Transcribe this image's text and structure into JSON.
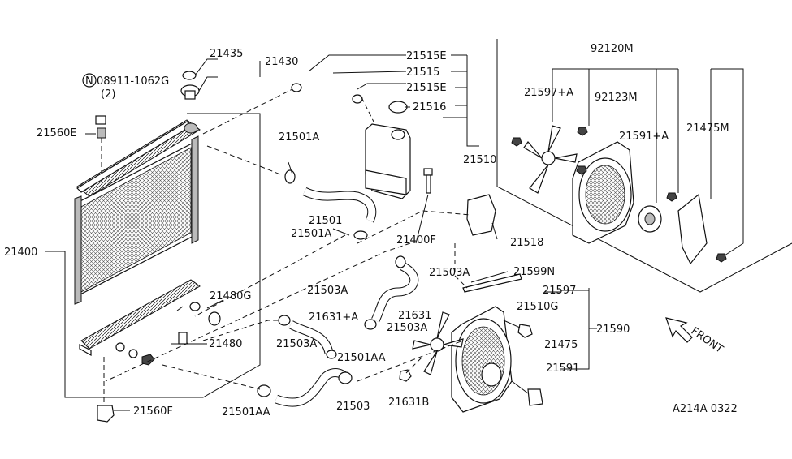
{
  "labels": {
    "p21435": "21435",
    "p21430": "21430",
    "p08911": "08911-1062G",
    "p08911_qty": "(2)",
    "p21560E": "21560E",
    "p21400": "21400",
    "p21515E_a": "21515E",
    "p21515": "21515",
    "p21515E_b": "21515E",
    "p21516": "21516",
    "p21510": "21510",
    "p21501A_a": "21501A",
    "p21501": "21501",
    "p21501A_b": "21501A",
    "p21400F": "21400F",
    "p21518": "21518",
    "p92120M": "92120M",
    "p21597A_top": "21597+A",
    "p92123M": "92123M",
    "p21591A": "21591+A",
    "p21475M": "21475M",
    "p21503A_a": "21503A",
    "p21599N": "21599N",
    "p21597": "21597",
    "p21510G": "21510G",
    "p21590": "21590",
    "p21475": "21475",
    "p21591": "21591",
    "p21480G": "21480G",
    "p21503A_b": "21503A",
    "p21631A": "21631+A",
    "p21631": "21631",
    "p21503A_c": "21503A",
    "p21503A_d": "21503A",
    "p21480": "21480",
    "p21501AA_a": "21501AA",
    "p21631B": "21631B",
    "p21501AA_b": "21501AA",
    "p21503": "21503",
    "p21560F": "21560F",
    "front": "FRONT",
    "diagram_code": "A214A  0322",
    "n_symbol": "N"
  }
}
